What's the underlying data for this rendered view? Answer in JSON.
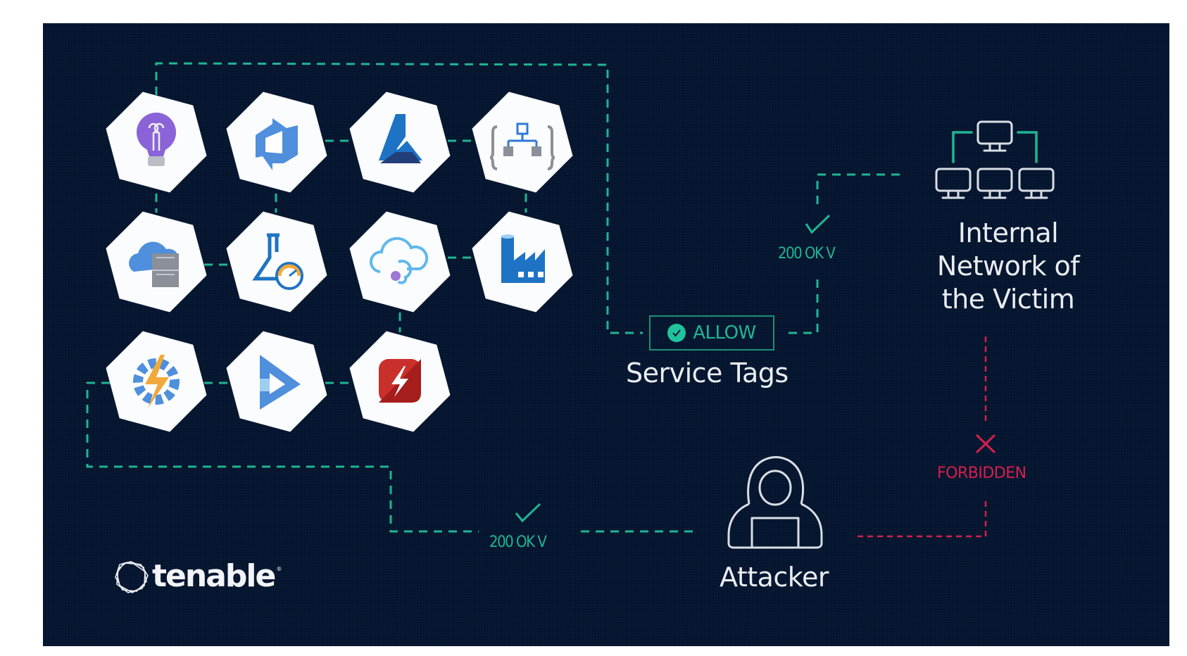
{
  "brand": {
    "name": "tenable"
  },
  "colors": {
    "background": "#06152e",
    "allowed_path": "#1fb594",
    "forbidden_path": "#d51f4f",
    "text": "#e9edf2"
  },
  "services": [
    {
      "icon": "azure-quantum-bulb-icon",
      "row": 1,
      "col": 1
    },
    {
      "icon": "azure-devops-icon",
      "row": 1,
      "col": 2
    },
    {
      "icon": "azure-machine-learning-icon",
      "row": 1,
      "col": 3
    },
    {
      "icon": "azure-logic-apps-icon",
      "row": 1,
      "col": 4
    },
    {
      "icon": "cloud-datacenter-icon",
      "row": 2,
      "col": 1
    },
    {
      "icon": "azure-load-testing-icon",
      "row": 2,
      "col": 2
    },
    {
      "icon": "azure-api-connection-icon",
      "row": 2,
      "col": 3
    },
    {
      "icon": "azure-data-factory-icon",
      "row": 2,
      "col": 4
    },
    {
      "icon": "azure-functions-icon",
      "row": 3,
      "col": 1
    },
    {
      "icon": "azure-media-services-icon",
      "row": 3,
      "col": 2
    },
    {
      "icon": "azure-event-hub-icon",
      "row": 3,
      "col": 3
    }
  ],
  "service_tags": {
    "badge_label": "ALLOW",
    "badge_icon": "check-circle-icon",
    "title": "Service Tags"
  },
  "victim": {
    "icon": "network-computers-icon",
    "title_lines": [
      "Internal",
      "Network of",
      "the Victim"
    ]
  },
  "attacker": {
    "icon": "hooded-hacker-icon",
    "title": "Attacker"
  },
  "connections": {
    "services_to_victim": {
      "status": "200 OK V",
      "icon": "checkmark-icon"
    },
    "attacker_to_services": {
      "status": "200 OK V",
      "icon": "checkmark-icon"
    },
    "attacker_to_victim": {
      "status": "FORBIDDEN",
      "icon": "x-mark-icon"
    }
  }
}
